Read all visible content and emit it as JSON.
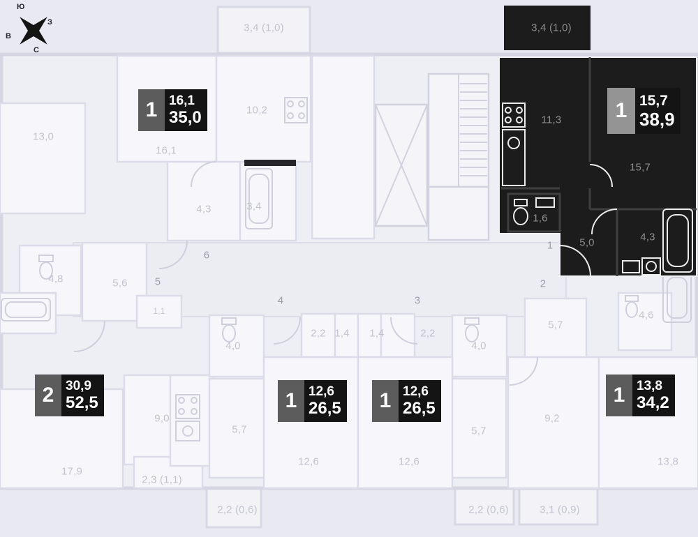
{
  "colors": {
    "background": "#e9e9f2",
    "selected_apartment_fill": "#1c1c1c",
    "wall": "#dcdce8",
    "badge_background": "#141414"
  },
  "compass": {
    "label_top": "Ю",
    "label_right": "З",
    "label_left": "В",
    "label_bottom": "С"
  },
  "apartments": [
    {
      "rooms": "1",
      "living_area": "16,1",
      "total_area": "35,0",
      "selected": false
    },
    {
      "rooms": "1",
      "living_area": "15,7",
      "total_area": "38,9",
      "selected": true
    },
    {
      "rooms": "2",
      "living_area": "30,9",
      "total_area": "52,5",
      "selected": false
    },
    {
      "rooms": "1",
      "living_area": "12,6",
      "total_area": "26,5",
      "selected": false
    },
    {
      "rooms": "1",
      "living_area": "12,6",
      "total_area": "26,5",
      "selected": false
    },
    {
      "rooms": "1",
      "living_area": "13,8",
      "total_area": "34,2",
      "selected": false
    }
  ],
  "plan_labels": [
    {
      "text": "3,4 (1,0)"
    },
    {
      "text": "10,2"
    },
    {
      "text": "16,1"
    },
    {
      "text": "13,0"
    },
    {
      "text": "4,3"
    },
    {
      "text": "3,4"
    },
    {
      "text": "4,8"
    },
    {
      "text": "5,6"
    },
    {
      "text": "1,1"
    },
    {
      "text": "5,7"
    },
    {
      "text": "4,6"
    },
    {
      "text": "9,0"
    },
    {
      "text": "17,9"
    },
    {
      "text": "2,3 (1,1)"
    },
    {
      "text": "5,7"
    },
    {
      "text": "2,2 (0,6)"
    },
    {
      "text": "4,0"
    },
    {
      "text": "2,2"
    },
    {
      "text": "1,4"
    },
    {
      "text": "12,6"
    },
    {
      "text": "1,4"
    },
    {
      "text": "2,2"
    },
    {
      "text": "4,0"
    },
    {
      "text": "12,6"
    },
    {
      "text": "5,7"
    },
    {
      "text": "9,2"
    },
    {
      "text": "2,2 (0,6)"
    },
    {
      "text": "3,1 (0,9)"
    },
    {
      "text": "13,8"
    },
    {
      "text": "3,4 (1,0)"
    },
    {
      "text": "11,3"
    },
    {
      "text": "15,7"
    },
    {
      "text": "1,6"
    },
    {
      "text": "5,0"
    },
    {
      "text": "4,3"
    },
    {
      "text": "6"
    },
    {
      "text": "5"
    },
    {
      "text": "4"
    },
    {
      "text": "3"
    },
    {
      "text": "2"
    },
    {
      "text": "1"
    }
  ]
}
